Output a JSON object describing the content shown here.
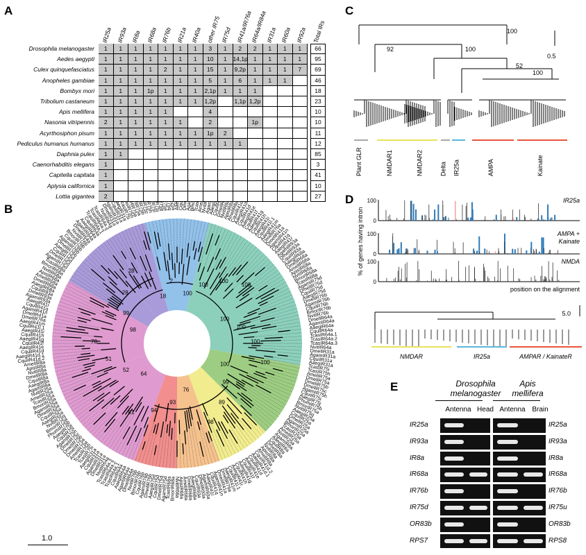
{
  "panels": {
    "a": "A",
    "b": "B",
    "c": "C",
    "d": "D",
    "e": "E"
  },
  "panelA": {
    "columns": [
      "IR25a",
      "IR93a",
      "IR8a",
      "IR68a",
      "IR76b",
      "IR21a",
      "IR40a",
      "other IR75",
      "IR75d",
      "IR41a/IR76a",
      "IR64a/IR84a",
      "IR31a",
      "IR60a",
      "IR92a"
    ],
    "total_header": "Total IRs",
    "rows": [
      {
        "species": "Drosophila melanogaster",
        "cells": [
          "1",
          "1",
          "1",
          "1",
          "1",
          "1",
          "1",
          "3",
          "1",
          "2",
          "2",
          "1",
          "1",
          "1"
        ],
        "total": "66"
      },
      {
        "species": "Aedes aegypti",
        "cells": [
          "1",
          "1",
          "1",
          "1",
          "1",
          "1",
          "1",
          "10",
          "1",
          "14,1p",
          "1",
          "1",
          "1",
          "1"
        ],
        "total": "95"
      },
      {
        "species": "Culex quinquefasciatus",
        "cells": [
          "1",
          "1",
          "1",
          "1",
          "2",
          "1",
          "1",
          "15",
          "1",
          "9,2p",
          "1",
          "1",
          "1",
          "7"
        ],
        "total": "69"
      },
      {
        "species": "Anopheles gambiae",
        "cells": [
          "1",
          "1",
          "1",
          "1",
          "1",
          "1",
          "1",
          "5",
          "1",
          "6",
          "1",
          "1",
          "1",
          ""
        ],
        "total": "46"
      },
      {
        "species": "Bombyx mori",
        "cells": [
          "1",
          "1",
          "1",
          "1p",
          "1",
          "1",
          "1",
          "2,1p",
          "1",
          "1",
          "1",
          "",
          "",
          ""
        ],
        "total": "18"
      },
      {
        "species": "Tribolium castaneum",
        "cells": [
          "1",
          "1",
          "1",
          "1",
          "1",
          "1",
          "1",
          "1,2p",
          "",
          "1,1p",
          "1,2p",
          "",
          "",
          ""
        ],
        "total": "23"
      },
      {
        "species": "Apis mellifera",
        "cells": [
          "1",
          "1",
          "1",
          "1",
          "1",
          "",
          "",
          "4",
          "",
          "",
          "",
          "",
          "",
          ""
        ],
        "total": "10"
      },
      {
        "species": "Nasonia vitripennis",
        "cells": [
          "2",
          "1",
          "1",
          "1",
          "1",
          "1",
          "",
          "2",
          "",
          "",
          "1p",
          "",
          "",
          ""
        ],
        "total": "10"
      },
      {
        "species": "Acyrthosiphon pisum",
        "cells": [
          "1",
          "1",
          "1",
          "1",
          "1",
          "1",
          "1",
          "1p",
          "2",
          "",
          "",
          "",
          "",
          ""
        ],
        "total": "11"
      },
      {
        "species": "Pediculus humanus humanus",
        "cells": [
          "1",
          "1",
          "1",
          "1",
          "1",
          "1",
          "1",
          "1",
          "1",
          "1",
          "",
          "",
          "",
          ""
        ],
        "total": "12"
      },
      {
        "species": "Daphnia pulex",
        "cells": [
          "1",
          "1",
          "",
          "",
          "",
          "",
          "",
          "",
          "",
          "",
          "",
          "",
          "",
          ""
        ],
        "total": "85"
      },
      {
        "species": "Caenorhabditis elegans",
        "cells": [
          "1",
          "",
          "",
          "",
          "",
          "",
          "",
          "",
          "",
          "",
          "",
          "",
          "",
          ""
        ],
        "total": "3"
      },
      {
        "species": "Capitella capitata",
        "cells": [
          "1",
          "",
          "",
          "",
          "",
          "",
          "",
          "",
          "",
          "",
          "",
          "",
          "",
          ""
        ],
        "total": "41"
      },
      {
        "species": "Aplysia californica",
        "cells": [
          "1",
          "",
          "",
          "",
          "",
          "",
          "",
          "",
          "",
          "",
          "",
          "",
          "",
          ""
        ],
        "total": "10"
      },
      {
        "species": "Lottia gigantea",
        "cells": [
          "2",
          "",
          "",
          "",
          "",
          "",
          "",
          "",
          "",
          "",
          "",
          "",
          "",
          ""
        ],
        "total": "27"
      }
    ]
  },
  "panelB": {
    "scale_label": "1.0",
    "bootstrap": [
      "100",
      "100",
      "100",
      "100",
      "100",
      "100",
      "100",
      "100",
      "100",
      "99",
      "89",
      "98",
      "76",
      "93",
      "94",
      "81",
      "64",
      "52",
      "51",
      "78",
      "98",
      "99",
      "28",
      "28",
      "18",
      "2"
    ],
    "leaves_sample": [
      "AaegIR25a",
      "CquiIR25a",
      "DmelIR25a",
      "AgamIR25a",
      "BmorIR25a",
      "TcasIR25a",
      "AmelIR25a",
      "NvitIR25a",
      "AgamIR8a",
      "AaegIR8a",
      "CquiIR8a",
      "DmelIR8a",
      "NvitIR8a",
      "ApisIR8a",
      "AmelIR8a",
      "CquiIR41d.2",
      "AaegIR41d.1",
      "CquiIR41d",
      "AaegIR41e",
      "CquiIR41f",
      "AaegIR41g",
      "CquiIR41h",
      "AaegIR41i",
      "CquiIR41l.1",
      "AaegIR41m",
      "DmelIR76a",
      "DmelIR41a",
      "AgamIR41n",
      "CquiIR41q",
      "AaegIR41r",
      "AgamIR93a",
      "DmelIR93a",
      "CquiIR93a",
      "AaegIR68a",
      "DmelIR68a",
      "AmelIR68a",
      "ApisIR68a",
      "NvitIR68a",
      "BmorIR68a",
      "TcasIR68a",
      "AgamIR75d",
      "DmelIR75d",
      "CquiIR75d",
      "AaegIR75d",
      "DmelIR76b",
      "AgamIR76b",
      "CquiIR76b",
      "BmorIR76b",
      "NvitIR76b",
      "DmelIR64a",
      "AgamIR64a",
      "AaegIR64a",
      "CquiIR64a",
      "TcasIR64a.1",
      "TcasIR64a.2",
      "TcasIR64a.3",
      "NvitIR64a",
      "DmelIR31a",
      "AgamIR31a",
      "CquiIR31a",
      "AaegIR31a",
      "TcasIR75i",
      "TcasIR75h",
      "AmelIR75a",
      "DmelIR75a",
      "DmelIR75b",
      "DmelIR75c",
      "AgamIR75h",
      "CquiIR75i",
      "AaegIR75j",
      "PhumIR75b",
      "BmorIR75a",
      "NvitIR75q"
    ]
  },
  "panelC": {
    "bootstrap": [
      "100",
      "92",
      "100",
      "52",
      "100"
    ],
    "scale_label": "0.5",
    "groups": [
      {
        "label": "Plant GLR",
        "color": "#a8a8a8"
      },
      {
        "label": "NMDAR1",
        "color": "#e8e35a"
      },
      {
        "label": "NMDAR2",
        "color": "#e8e35a"
      },
      {
        "label": "Delta",
        "color": "#a8a8a8"
      },
      {
        "label": "IR25a",
        "color": "#5bb5dc"
      },
      {
        "label": "AMPA",
        "color": "#e8553a"
      },
      {
        "label": "Kainate",
        "color": "#e8553a"
      }
    ]
  },
  "panelD": {
    "ylabel": "% of genes having intron",
    "xlabel": "position on the alignment",
    "tick_100": "100",
    "tick_0": "0",
    "tracks": [
      "IR25a",
      "AMPA + Kainate",
      "NMDA"
    ],
    "scale_label": "5.0",
    "groups": [
      {
        "label": "NMDAR",
        "color": "#e8e35a"
      },
      {
        "label": "IR25a",
        "color": "#5bb5dc"
      },
      {
        "label": "AMPAR / KainateR",
        "color": "#e8553a"
      }
    ]
  },
  "panelE": {
    "species_left": "Drosophila melanogaster",
    "species_left_line1": "Drosophila",
    "species_left_line2": "melanogaster",
    "species_right_line1": "Apis",
    "species_right_line2": "mellifera",
    "tissues_left": [
      "Antenna",
      "Head"
    ],
    "tissues_right": [
      "Antenna",
      "Brain"
    ],
    "genes_left": [
      "IR25a",
      "IR93a",
      "IR8a",
      "IR68a",
      "IR76b",
      "IR75d",
      "OR83b",
      "RPS7"
    ],
    "genes_right": [
      "IR25a",
      "IR93a",
      "IR8a",
      "IR68a",
      "IR76b",
      "IR75u",
      "OR83b",
      "RPS8"
    ]
  },
  "colors": {
    "grey_cell": "#c8c8c8",
    "pink": "#d98ac8",
    "blue": "#7fb6e6",
    "teal": "#78c8b0",
    "green": "#8cc46c",
    "yellow": "#eee97a",
    "orange": "#f3b77a",
    "red": "#f07a7a",
    "purple": "#9a8ad2"
  }
}
